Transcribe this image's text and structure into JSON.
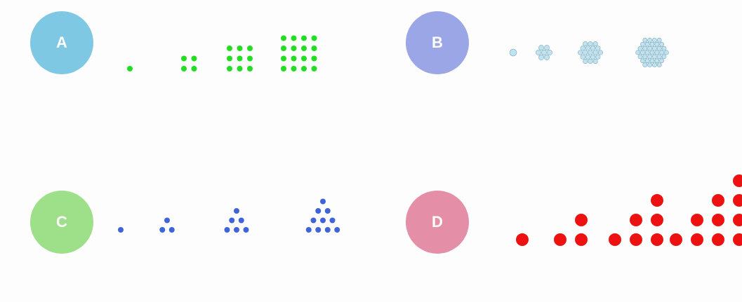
{
  "panels": [
    {
      "label": "A",
      "color": "#7ec8e3",
      "dot_color": "#22dd22",
      "kind": "square",
      "counts": [
        1,
        4,
        9,
        16
      ]
    },
    {
      "label": "B",
      "color": "#9aa6e6",
      "dot_color": "#bfe3ef",
      "kind": "hexagon",
      "counts": [
        1,
        7,
        19,
        37
      ]
    },
    {
      "label": "C",
      "color": "#9ee08a",
      "dot_color": "#3f63d9",
      "kind": "triangle",
      "counts": [
        1,
        3,
        6,
        10
      ]
    },
    {
      "label": "D",
      "color": "#e58ea8",
      "dot_color": "#ee1111",
      "kind": "staircase",
      "counts": [
        1,
        3,
        6,
        10
      ]
    }
  ]
}
